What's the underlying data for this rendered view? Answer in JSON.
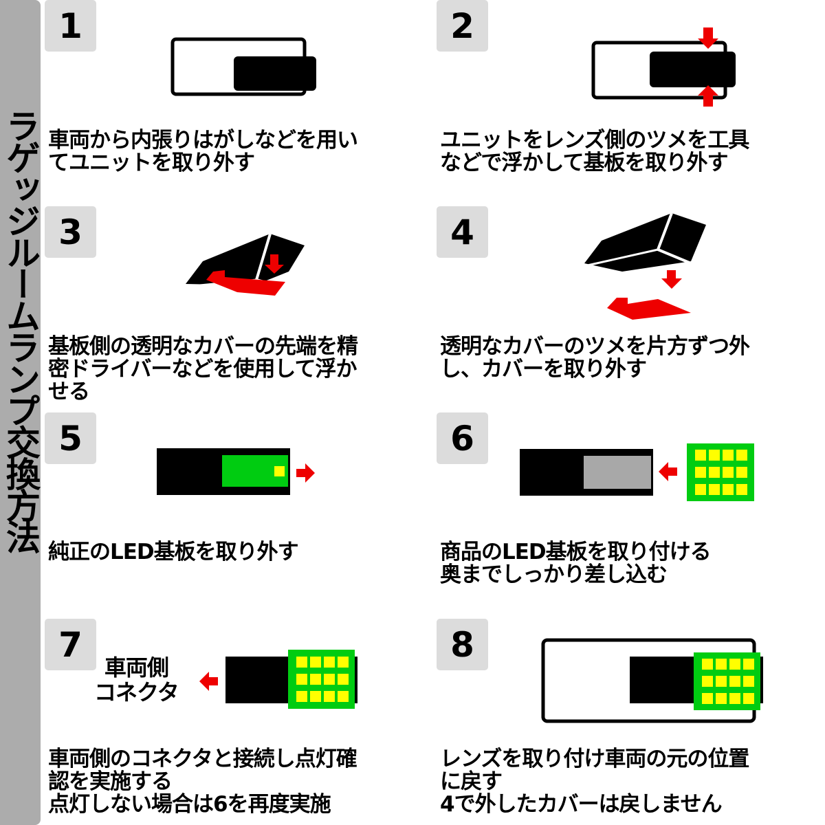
{
  "title": "ラゲッジルームランプ交換方法",
  "colors": {
    "sidebar": "#acacac",
    "number_badge": "#dcdcdc",
    "arrow_red": "#ee0000",
    "pcb_green": "#00cc11",
    "led_yellow": "#ffff00",
    "stock_board_gray": "#a8a8a8"
  },
  "steps": [
    {
      "number": "1",
      "text": "車両から内張りはがしなどを用い\nてユニットを取り外す"
    },
    {
      "number": "2",
      "text": "ユニットをレンズ側のツメを工具\nなどで浮かして基板を取り外す"
    },
    {
      "number": "3",
      "text": "基板側の透明なカバーの先端を精\n密ドライバーなどを使用して浮か\nせる"
    },
    {
      "number": "4",
      "text": "透明なカバーのツメを片方ずつ外\nし、カバーを取り外す"
    },
    {
      "number": "5",
      "text": "純正のLED基板を取り外す"
    },
    {
      "number": "6",
      "text": "商品のLED基板を取り付ける\n奥までしっかり差し込む"
    },
    {
      "number": "7",
      "text": "車両側のコネクタと接続し点灯確\n認を実施する\n点灯しない場合は6を再度実施",
      "connector_label": "車両側\nコネクタ"
    },
    {
      "number": "8",
      "text": "レンズを取り付け車両の元の位置\nに戻す\n4で外したカバーは戻しません"
    }
  ]
}
